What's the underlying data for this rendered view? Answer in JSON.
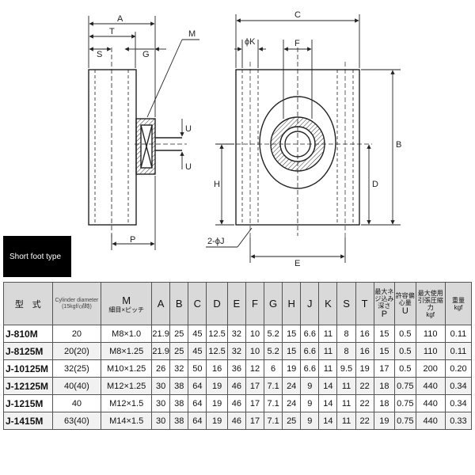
{
  "labels": {
    "A": "A",
    "T": "T",
    "S": "S",
    "G": "G",
    "M": "M",
    "U": "U",
    "P": "P",
    "C": "C",
    "phiK": "ϕK",
    "F": "F",
    "B": "B",
    "H": "H",
    "D": "D",
    "E": "E",
    "holes": "2-ϕJ"
  },
  "badge": "Short foot type",
  "table": {
    "headers": {
      "model": "型　式",
      "cylinder_top": "Cylinder diameter",
      "cylinder_bottom": "(15kgf/㎠時)",
      "m_top": "M",
      "m_bottom": "細目×ピッチ",
      "A": "A",
      "B": "B",
      "C": "C",
      "D": "D",
      "E": "E",
      "F": "F",
      "G": "G",
      "H": "H",
      "J": "J",
      "K": "K",
      "S": "S",
      "T": "T",
      "p_jp": "最大ネジ込み深さ",
      "p_sym": "P",
      "u_jp": "許容偏心量",
      "u_sym": "U",
      "f_jp": "最大使用引張圧縮力",
      "f_sym": "kgf",
      "w_jp": "重量",
      "w_sym": "kgf"
    },
    "rows": [
      [
        "J-810M",
        "20",
        "M8×1.0",
        "21.9",
        "25",
        "45",
        "12.5",
        "32",
        "10",
        "5.2",
        "15",
        "6.6",
        "11",
        "8",
        "16",
        "15",
        "0.5",
        "110",
        "0.11"
      ],
      [
        "J-8125M",
        "20(20)",
        "M8×1.25",
        "21.9",
        "25",
        "45",
        "12.5",
        "32",
        "10",
        "5.2",
        "15",
        "6.6",
        "11",
        "8",
        "16",
        "15",
        "0.5",
        "110",
        "0.11"
      ],
      [
        "J-10125M",
        "32(25)",
        "M10×1.25",
        "26",
        "32",
        "50",
        "16",
        "36",
        "12",
        "6",
        "19",
        "6.6",
        "11",
        "9.5",
        "19",
        "17",
        "0.5",
        "200",
        "0.20"
      ],
      [
        "J-12125M",
        "40(40)",
        "M12×1.25",
        "30",
        "38",
        "64",
        "19",
        "46",
        "17",
        "7.1",
        "24",
        "9",
        "14",
        "11",
        "22",
        "18",
        "0.75",
        "440",
        "0.34"
      ],
      [
        "J-1215M",
        "40",
        "M12×1.5",
        "30",
        "38",
        "64",
        "19",
        "46",
        "17",
        "7.1",
        "24",
        "9",
        "14",
        "11",
        "22",
        "18",
        "0.75",
        "440",
        "0.34"
      ],
      [
        "J-1415M",
        "63(40)",
        "M14×1.5",
        "30",
        "38",
        "64",
        "19",
        "46",
        "17",
        "7.1",
        "25",
        "9",
        "14",
        "11",
        "22",
        "19",
        "0.75",
        "440",
        "0.33"
      ]
    ]
  }
}
